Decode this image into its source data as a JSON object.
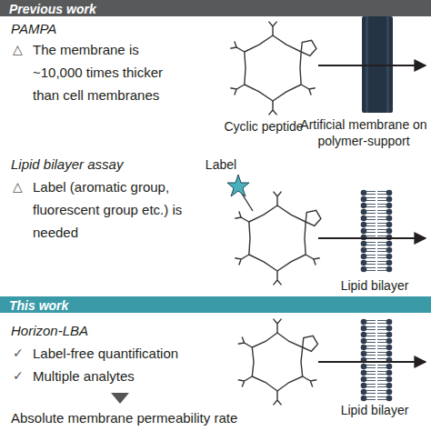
{
  "diagram": {
    "nodes": [
      {
        "text": [
          "Previous work"
        ]
      },
      {
        "text": [
          "This work"
        ]
      }
    ],
    "labels": [
      "PAMPA",
      "△",
      "The membrane is ~10,000 times thicker than cell membranes",
      "Cyclic peptide",
      "Artificial membrane on polymer-support",
      "Lipid bilayer assay",
      "△",
      "Label (aromatic group, fluorescent group etc.) is needed",
      "Label",
      "Lipid bilayer",
      "Horizon-LBA",
      "✓",
      "Label-free quantification",
      "✓",
      "Multiple analytes",
      "Absolute membrane permeability rate",
      "Lipid bilayer"
    ]
  }
}
